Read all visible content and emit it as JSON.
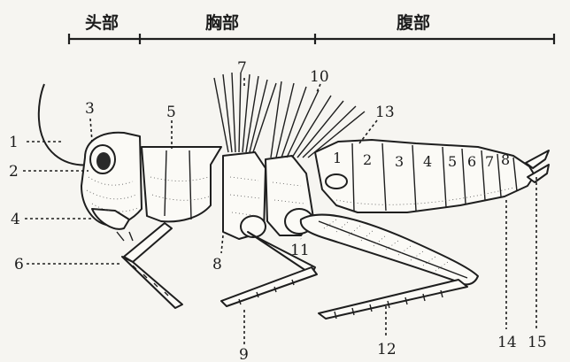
{
  "regions": {
    "head": "头部",
    "thorax": "胸部",
    "abdomen": "腹部"
  },
  "callouts": [
    "1",
    "2",
    "3",
    "4",
    "5",
    "6",
    "7",
    "8",
    "9",
    "10",
    "11",
    "12",
    "13",
    "14",
    "15"
  ],
  "segments": [
    "1",
    "2",
    "3",
    "4",
    "5",
    "6",
    "7",
    "8"
  ]
}
